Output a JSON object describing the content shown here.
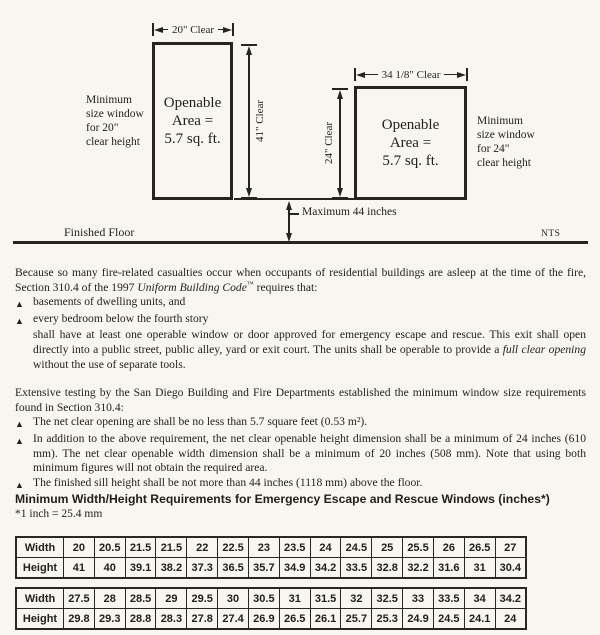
{
  "diagram": {
    "left_window": {
      "width_dim": "20\" Clear",
      "height_dim": "41\" Clear",
      "area_lines": [
        "Openable",
        "Area =",
        "5.7 sq. ft."
      ],
      "side_label_lines": [
        "Minimum",
        "size window",
        "for 20\"",
        "clear height"
      ]
    },
    "right_window": {
      "width_dim": "34 1/8\" Clear",
      "height_dim": "24\" Clear",
      "area_lines": [
        "Openable",
        "Area =",
        "5.7 sq. ft."
      ],
      "side_label_lines": [
        "Minimum",
        "size window",
        "for 24\"",
        "clear height"
      ]
    },
    "sill_height_dim": "Maximum 44 inches",
    "floor_label": "Finished Floor",
    "scale_note": "NTS"
  },
  "body": {
    "bullet_marker": "▲",
    "para1_seg1": "Because so many fire-related casualties occur when occupants of residential buildings are asleep at the time of the fire, Section 310.4 of the 1997 ",
    "para1_code_title": "Uniform Building Code",
    "para1_trademark": "™",
    "para1_seg2": " requires that:",
    "bullet1": "basements of dwelling units, and",
    "bullet2": "every bedroom below the fourth story",
    "cont_seg1": "shall have at least one operable window or door approved for emergency escape and rescue. This exit shall open directly into a public street, public alley, yard or exit court. The units shall be operable to provide a ",
    "cont_italic": "full clear opening",
    "cont_seg2": " without the use of separate tools.",
    "para2": "Extensive testing by the San Diego Building and Fire Departments established the minimum window size requirements found in Section 310.4:",
    "bullet3": "The net clear opening are shall be no less than 5.7 square feet (0.53 m²).",
    "bullet4": "In addition to the above requirement, the net clear openable height dimension shall be a minimum of 24 inches (610 mm). The net clear openable width dimension shall be a minimum of 20 inches (508 mm). Note that using both minimum figures will not obtain the required area.",
    "bullet5": "The finished sill height shall be not more than 44 inches (1118 mm) above the floor."
  },
  "table_section": {
    "title": "Minimum Width/Height Requirements for Emergency Escape and Rescue Windows (inches*)",
    "note": "*1 inch = 25.4 mm",
    "tables": [
      {
        "rows": [
          {
            "label": "Width",
            "values": [
              "20",
              "20.5",
              "21.5",
              "21.5",
              "22",
              "22.5",
              "23",
              "23.5",
              "24",
              "24.5",
              "25",
              "25.5",
              "26",
              "26.5",
              "27"
            ]
          },
          {
            "label": "Height",
            "values": [
              "41",
              "40",
              "39.1",
              "38.2",
              "37.3",
              "36.5",
              "35.7",
              "34.9",
              "34.2",
              "33.5",
              "32.8",
              "32.2",
              "31.6",
              "31",
              "30.4"
            ]
          }
        ]
      },
      {
        "rows": [
          {
            "label": "Width",
            "values": [
              "27.5",
              "28",
              "28.5",
              "29",
              "29.5",
              "30",
              "30.5",
              "31",
              "31.5",
              "32",
              "32.5",
              "33",
              "33.5",
              "34",
              "34.2"
            ]
          },
          {
            "label": "Height",
            "values": [
              "29.8",
              "29.3",
              "28.8",
              "28.3",
              "27.8",
              "27.4",
              "26.9",
              "26.5",
              "26.1",
              "25.7",
              "25.3",
              "24.9",
              "24.5",
              "24.1",
              "24"
            ]
          }
        ]
      }
    ]
  }
}
